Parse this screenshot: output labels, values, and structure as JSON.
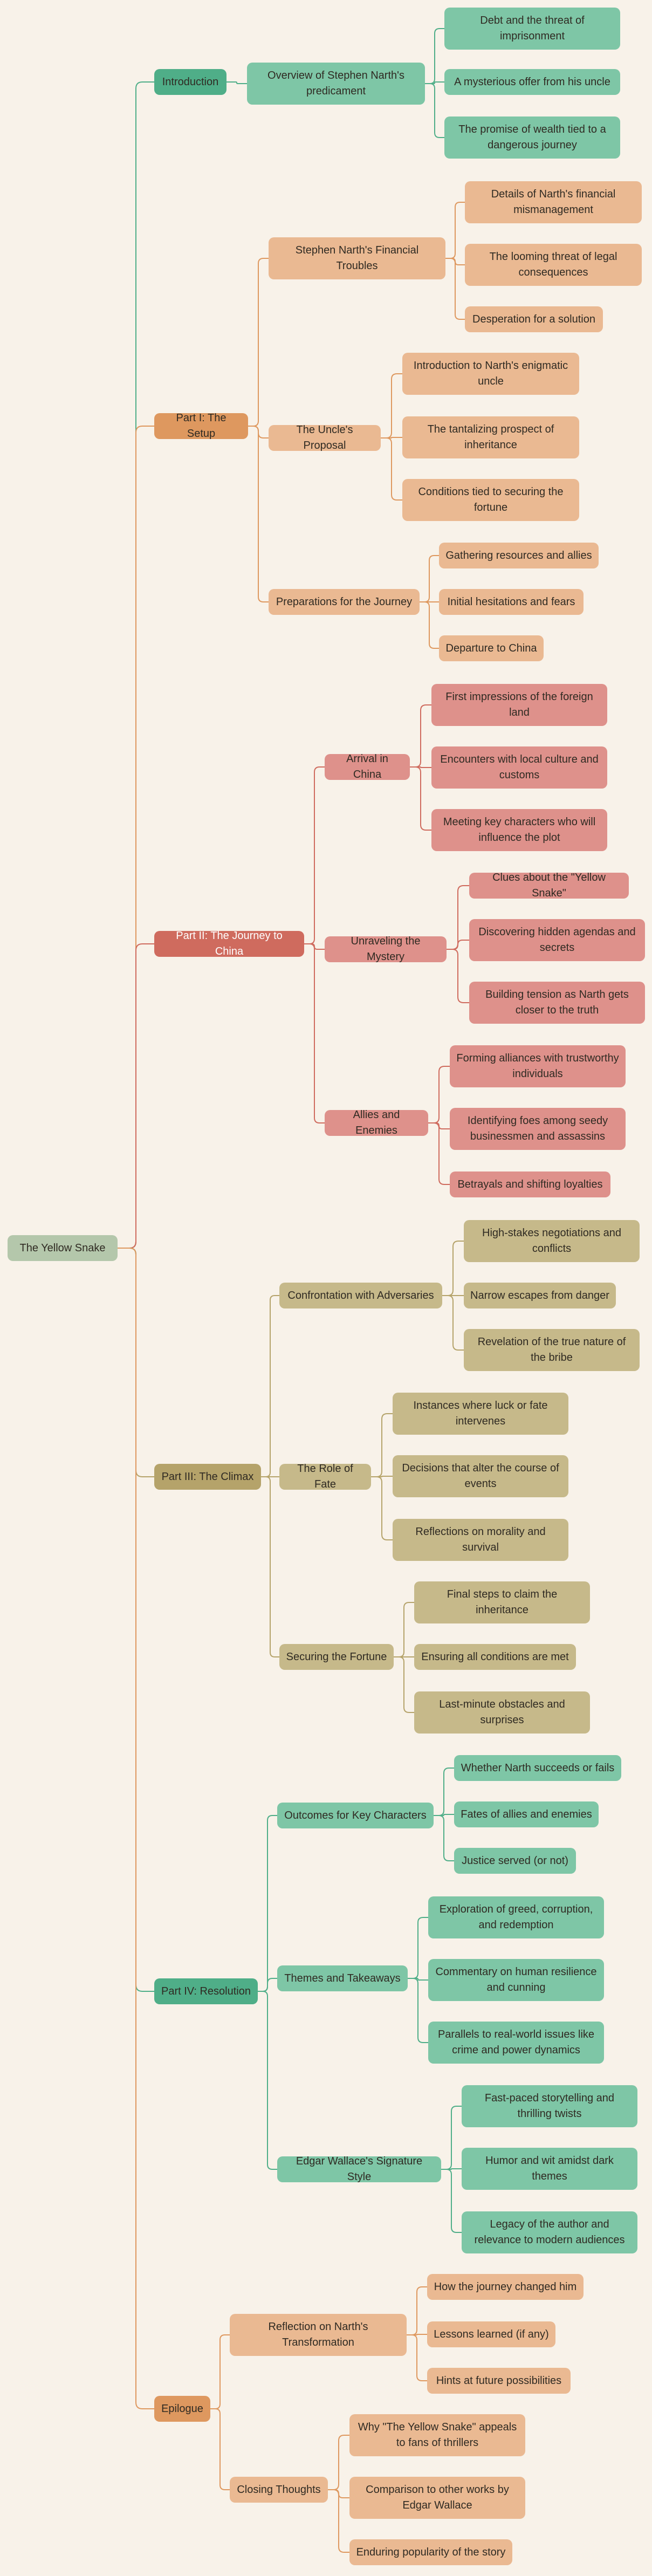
{
  "mindmap": {
    "root": "The Yellow Snake",
    "sections": [
      {
        "label": "Introduction",
        "colors": {
          "line": "#4fae88",
          "strong": "#4fae88",
          "soft": "#7ec6a6"
        },
        "children": [
          {
            "label": "Overview of Stephen Narth's predicament",
            "children": [
              "Debt and the threat of imprisonment",
              "A mysterious offer from his uncle",
              "The promise of wealth tied to a dangerous journey"
            ]
          }
        ]
      },
      {
        "label": "Part I: The Setup",
        "colors": {
          "line": "#de985f",
          "strong": "#de985f",
          "soft": "#eab992"
        },
        "children": [
          {
            "label": "Stephen Narth's Financial Troubles",
            "children": [
              "Details of Narth's financial mismanagement",
              "The looming threat of legal consequences",
              "Desperation for a solution"
            ]
          },
          {
            "label": "The Uncle's Proposal",
            "children": [
              "Introduction to Narth's enigmatic uncle",
              "The tantalizing prospect of inheritance",
              "Conditions tied to securing the fortune"
            ]
          },
          {
            "label": "Preparations for the Journey",
            "children": [
              "Gathering resources and allies",
              "Initial hesitations and fears",
              "Departure to China"
            ]
          }
        ]
      },
      {
        "label": "Part II: The Journey to China",
        "colors": {
          "line": "#cf6b5e",
          "strong": "#cf6b5e",
          "soft": "#de918b"
        },
        "children": [
          {
            "label": "Arrival in China",
            "children": [
              "First impressions of the foreign land",
              "Encounters with local culture and customs",
              "Meeting key characters who will influence the plot"
            ]
          },
          {
            "label": "Unraveling the Mystery",
            "children": [
              "Clues about the \"Yellow Snake\"",
              "Discovering hidden agendas and secrets",
              "Building tension as Narth gets closer to the truth"
            ]
          },
          {
            "label": "Allies and Enemies",
            "children": [
              "Forming alliances with trustworthy individuals",
              "Identifying foes among seedy businessmen and assassins",
              "Betrayals and shifting loyalties"
            ]
          }
        ]
      },
      {
        "label": "Part III: The Climax",
        "colors": {
          "line": "#b5a36a",
          "strong": "#b5a36a",
          "soft": "#c6b98a"
        },
        "children": [
          {
            "label": "Confrontation with Adversaries",
            "children": [
              "High-stakes negotiations and conflicts",
              "Narrow escapes from danger",
              "Revelation of the true nature of the bribe"
            ]
          },
          {
            "label": "The Role of Fate",
            "children": [
              "Instances where luck or fate intervenes",
              "Decisions that alter the course of events",
              "Reflections on morality and survival"
            ]
          },
          {
            "label": "Securing the Fortune",
            "children": [
              "Final steps to claim the inheritance",
              "Ensuring all conditions are met",
              "Last-minute obstacles and surprises"
            ]
          }
        ]
      },
      {
        "label": "Part IV: Resolution",
        "colors": {
          "line": "#4fae88",
          "strong": "#4fae88",
          "soft": "#7ec6a6"
        },
        "children": [
          {
            "label": "Outcomes for Key Characters",
            "children": [
              "Whether Narth succeeds or fails",
              "Fates of allies and enemies",
              "Justice served (or not)"
            ]
          },
          {
            "label": "Themes and Takeaways",
            "children": [
              "Exploration of greed, corruption, and redemption",
              "Commentary on human resilience and cunning",
              "Parallels to real-world issues like crime and power dynamics"
            ]
          },
          {
            "label": "Edgar Wallace's Signature Style",
            "children": [
              "Fast-paced storytelling and thrilling twists",
              "Humor and wit amidst dark themes",
              "Legacy of the author and relevance to modern audiences"
            ]
          }
        ]
      },
      {
        "label": "Epilogue",
        "colors": {
          "line": "#de985f",
          "strong": "#de985f",
          "soft": "#eab992"
        },
        "children": [
          {
            "label": "Reflection on Narth's Transformation",
            "children": [
              "How the journey changed him",
              "Lessons learned (if any)",
              "Hints at future possibilities"
            ]
          },
          {
            "label": "Closing Thoughts",
            "children": [
              "Why \"The Yellow Snake\" appeals to fans of thrillers",
              "Comparison to other works by Edgar Wallace",
              "Enduring popularity of the story"
            ]
          }
        ]
      }
    ]
  }
}
